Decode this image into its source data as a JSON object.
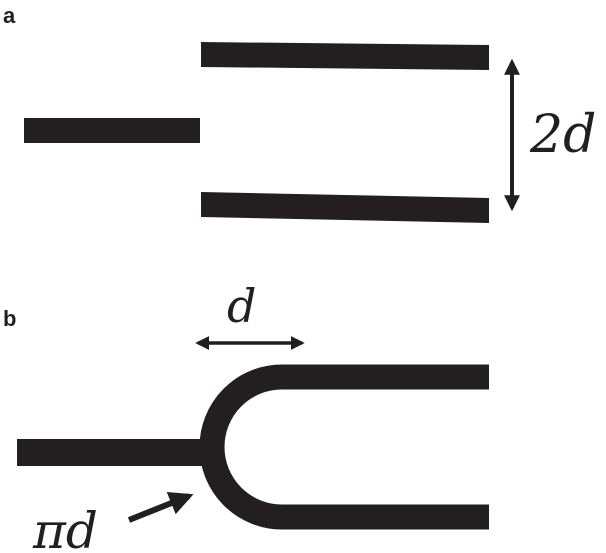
{
  "panels": {
    "a": {
      "label": "a",
      "dimension_label": "2d"
    },
    "b": {
      "label": "b",
      "width_label": "d",
      "arc_label": "πd"
    }
  },
  "colors": {
    "ink": "#231f20",
    "background": "#ffffff"
  }
}
